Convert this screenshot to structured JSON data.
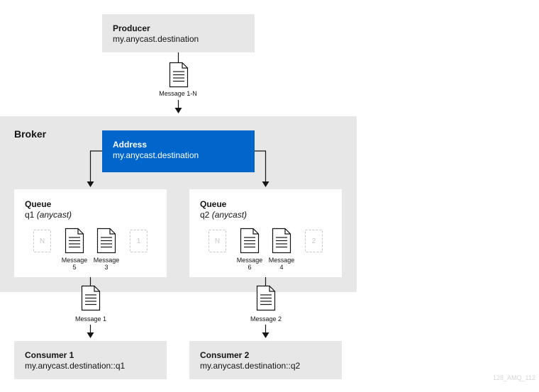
{
  "producer": {
    "title": "Producer",
    "address": "my.anycast.destination"
  },
  "producer_message_label": "Message 1-N",
  "broker": {
    "label": "Broker"
  },
  "address_box": {
    "title": "Address",
    "address": "my.anycast.destination"
  },
  "queue1": {
    "title": "Queue",
    "name": "q1",
    "routing": "(anycast)",
    "placeholder_left": "N",
    "placeholder_right": "1",
    "messages": [
      {
        "label": "Message",
        "number": "5"
      },
      {
        "label": "Message",
        "number": "3"
      }
    ]
  },
  "queue2": {
    "title": "Queue",
    "name": "q2",
    "routing": "(anycast)",
    "placeholder_left": "N",
    "placeholder_right": "2",
    "messages": [
      {
        "label": "Message",
        "number": "6"
      },
      {
        "label": "Message",
        "number": "4"
      }
    ]
  },
  "consumer1_message_label": "Message 1",
  "consumer2_message_label": "Message 2",
  "consumer1": {
    "title": "Consumer 1",
    "address": "my.anycast.destination::q1"
  },
  "consumer2": {
    "title": "Consumer 2",
    "address": "my.anycast.destination::q2"
  },
  "watermark": "128_AMQ_112",
  "colors": {
    "grey_box": "#e7e7e7",
    "address_blue": "#0066cc",
    "text": "#151515",
    "placeholder": "#c8c8c8"
  }
}
